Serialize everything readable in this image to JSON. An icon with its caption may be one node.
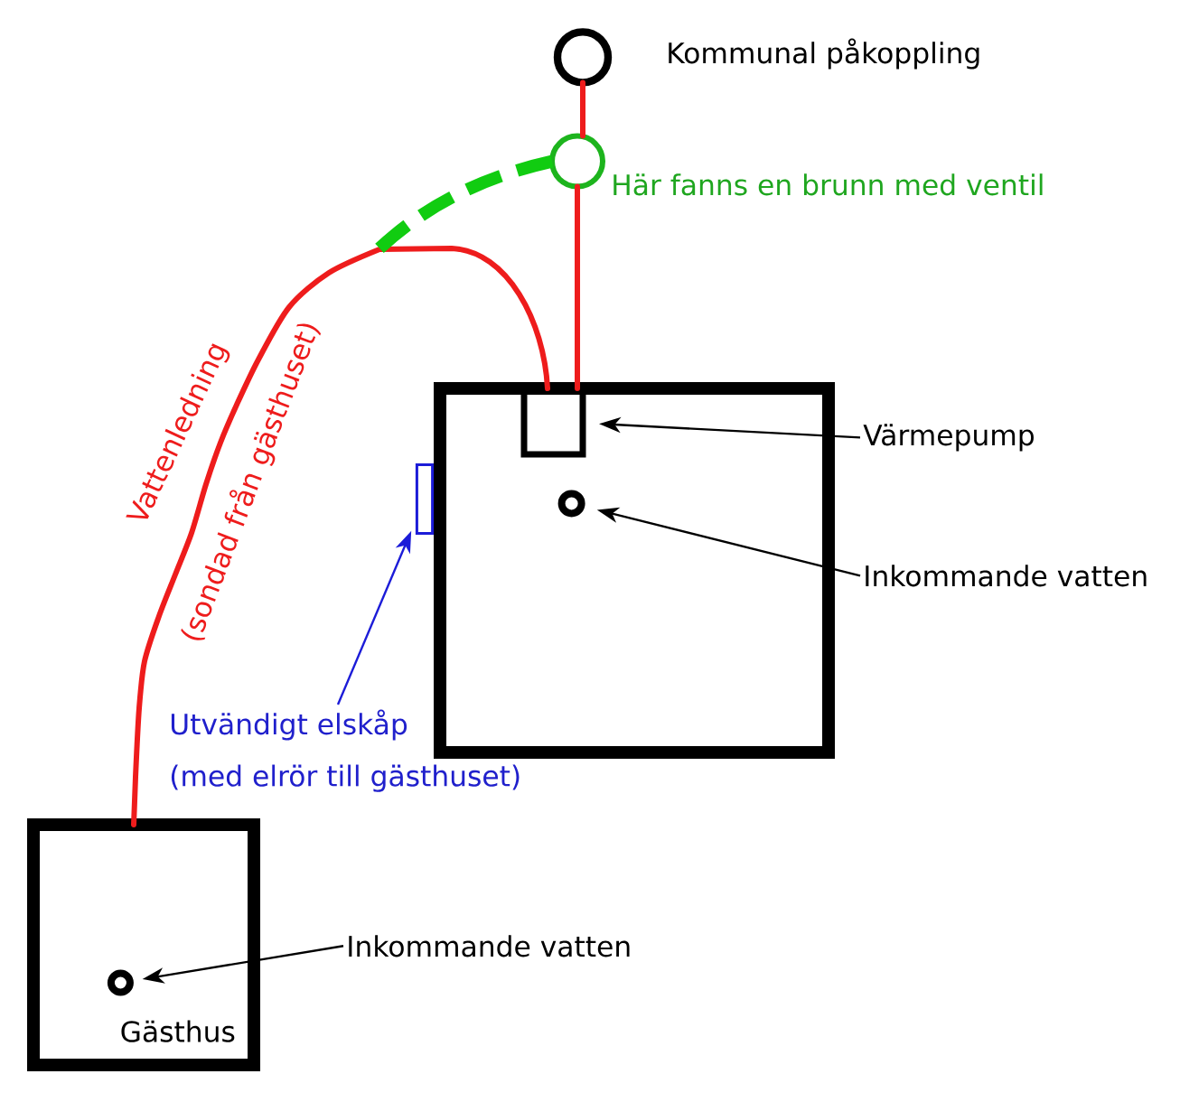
{
  "diagram": {
    "nodes": [
      {
        "text": [],
        "shape": "circle",
        "beside": [
          "Kommunal påkoppling"
        ]
      },
      {
        "text": [],
        "shape": "circle",
        "beside": [
          "Här fanns en brunn med ventil"
        ]
      },
      {
        "text": [],
        "shape": "box"
      },
      {
        "text": [],
        "shape": "box",
        "in": 2
      },
      {
        "text": [],
        "shape": "circle",
        "in": 2
      },
      {
        "text": [
          "Värmepump"
        ]
      },
      {
        "text": [
          "Inkommande vatten"
        ]
      },
      {
        "text": [],
        "shape": "box"
      },
      {
        "text": [
          "Utvändigt elskåp",
          "(med elrör till gästhuset)"
        ]
      },
      {
        "text": [
          "Gästhus"
        ]
      },
      {
        "text": [],
        "shape": "circle",
        "in": 9
      },
      {
        "text": [
          "Inkommande vatten"
        ]
      }
    ],
    "edges": [
      {
        "from": 0,
        "to": 1,
        "arrow": "none",
        "style": "thick",
        "color": "#ee1c1c"
      },
      {
        "from": 1,
        "to": 2,
        "arrow": "none",
        "style": "thick",
        "color": "#ee1c1c"
      },
      {
        "from": 9,
        "to": 2,
        "arrow": "none",
        "label": "Vattenledning",
        "style": "thick",
        "color": "#ee1c1c"
      },
      {
        "from": null,
        "to": 1,
        "arrow": "none",
        "style": "dashed",
        "color": "#11cc11"
      },
      {
        "from": 5,
        "to": 3,
        "arrow": "to",
        "color": "#000000"
      },
      {
        "from": 6,
        "to": 4,
        "arrow": "to",
        "color": "#000000"
      },
      {
        "from": 8,
        "to": 7,
        "arrow": "to",
        "color": "#1c1cd8"
      },
      {
        "from": 11,
        "to": 10,
        "arrow": "to",
        "color": "#000000"
      }
    ],
    "labels": [
      "(sondad från gästhuset)"
    ]
  }
}
